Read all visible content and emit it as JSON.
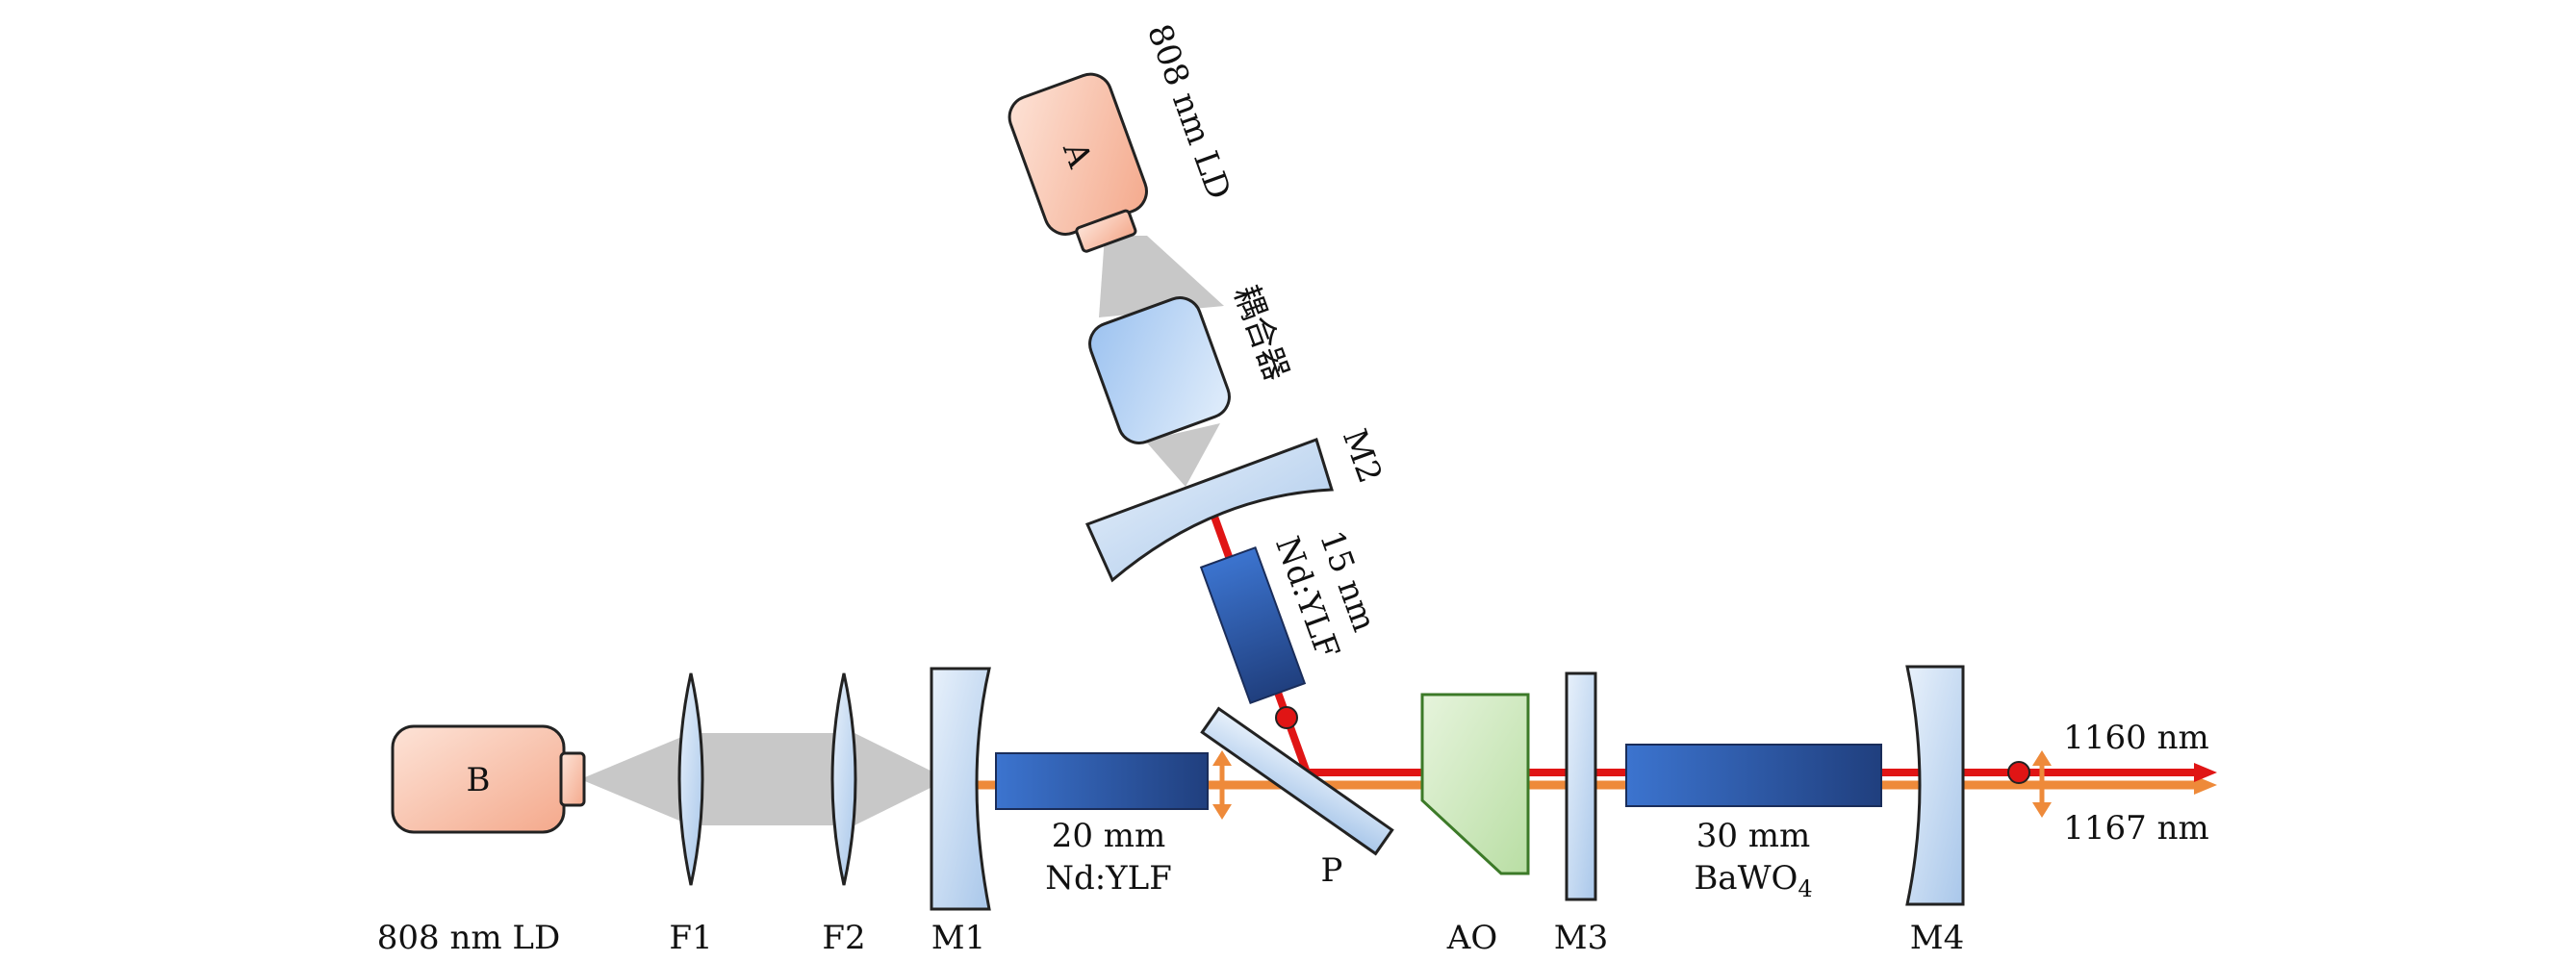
{
  "source_a": {
    "letter": "A",
    "label": "808 nm LD"
  },
  "source_b": {
    "letter": "B",
    "label": "808 nm LD"
  },
  "coupler_label": "耦合器",
  "mirror_labels": {
    "m1": "M1",
    "m2": "M2",
    "m3": "M3",
    "m4": "M4"
  },
  "lens_labels": {
    "f1": "F1",
    "f2": "F2"
  },
  "polarizer_label": "P",
  "modulator_label": "AO",
  "crystals": {
    "main": {
      "length": "20 mm",
      "material": "Nd:YLF"
    },
    "side": {
      "length": "15 nm",
      "material": "Nd:YLF"
    },
    "raman": {
      "length": "30 mm",
      "material_base": "BaWO",
      "material_sub": "4"
    }
  },
  "outputs": {
    "upper": "1160 nm",
    "lower": "1167 nm"
  },
  "colors": {
    "source_fill": "#f8c4ac",
    "optic_fill": "#c9ddf3",
    "crystal_fill": "#2f5fb5",
    "modulator_fill": "#cfe8c0",
    "beam_red": "#e01515",
    "beam_orange": "#ee8a3a",
    "pump_cone": "#c8c8c8"
  }
}
